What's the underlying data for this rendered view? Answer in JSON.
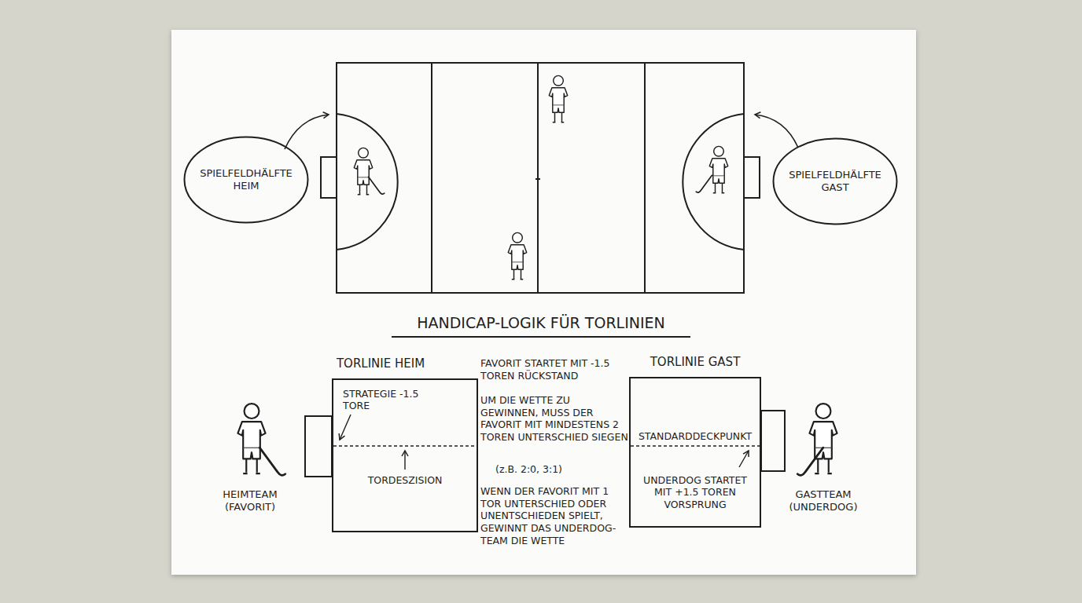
{
  "diagram": {
    "title": "HANDICAP-LOGIK FÜR TORLINIEN",
    "nodes": [
      {
        "text": [
          "SPIELFELDHÄLFTE HEIM"
        ]
      },
      {
        "text": [
          "SPIELFELDHÄLFTE GAST"
        ]
      },
      {
        "text": [
          "TORLINIE HEIM",
          "STRATEGIE -1.5 TORE",
          "TORDESZISION"
        ]
      },
      {
        "text": [
          "TORLINIE GAST",
          "STANDARDDECKPUNKT",
          "UNDERDOG STARTET MIT +1.5 TOREN VORSPRUNG"
        ]
      }
    ],
    "labels": [
      "FAVORIT STARTET MIT -1.5 TOREN RÜCKSTAND",
      "UM DIE WETTE ZU GEWINNEN, MUSS DER FAVORIT MIT MINDESTENS 2 TOREN UNTERSCHIED SIEGEN",
      "(z.B. 2:0, 3:1)",
      "WENN DER FAVORIT MIT 1 TOR UNTERSCHIED ODER UNENTSCHIEDEN SPIELT, GEWINNT DAS UNDERDOG-TEAM DIE WETTE",
      "HEIMTEAM (FAVORIT)",
      "GASTTEAM (UNDERDOG)"
    ]
  }
}
